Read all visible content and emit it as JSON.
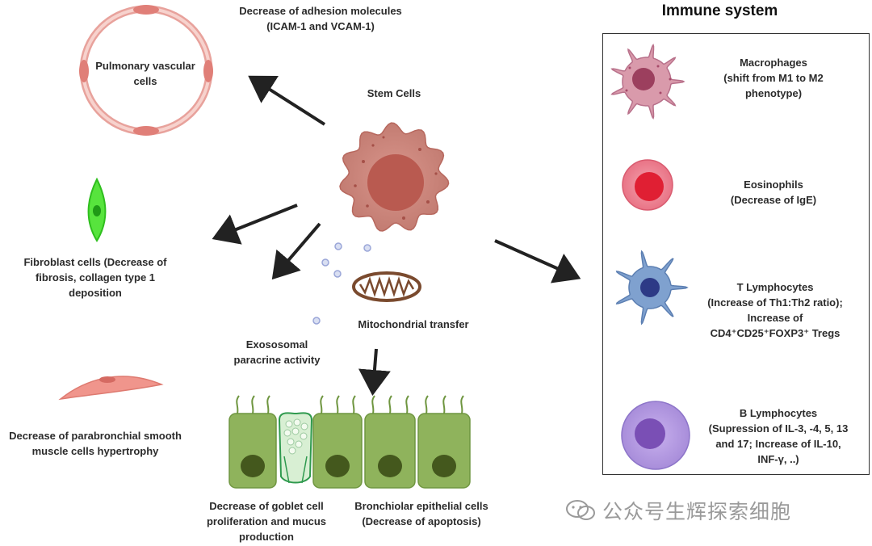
{
  "center": {
    "stem_cells": "Stem Cells"
  },
  "labels": {
    "pulmonary": [
      "Pulmonary vascular",
      "cells"
    ],
    "adhesion": [
      "Decrease of adhesion molecules",
      "(ICAM-1 and VCAM-1)"
    ],
    "fibroblast": [
      "Fibroblast cells (Decrease of",
      "fibrosis, collagen type 1",
      "deposition"
    ],
    "smooth_muscle": [
      "Decrease of parabronchial smooth",
      "muscle cells hypertrophy"
    ],
    "exosomal": [
      "Exososomal",
      "paracrine activity"
    ],
    "mito": "Mitochondrial transfer",
    "goblet": [
      "Decrease of goblet cell",
      "proliferation and mucus",
      "production"
    ],
    "bronchiolar": [
      "Bronchiolar epithelial cells",
      "(Decrease of apoptosis)"
    ]
  },
  "immune": {
    "title": "Immune system",
    "macrophages": [
      "Macrophages",
      "(shift from M1 to M2",
      "phenotype)"
    ],
    "eosinophils": [
      "Eosinophils",
      "(Decrease of IgE)"
    ],
    "t_lymph": [
      "T Lymphocytes",
      "(Increase of Th1:Th2 ratio);",
      "Increase of",
      "CD4⁺CD25⁺FOXP3⁺ Tregs"
    ],
    "b_lymph": [
      "B Lymphocytes",
      "(Supression of IL-3, -4, 5, 13",
      "and 17; Increase of IL-10,",
      "INF-γ, ..)"
    ]
  },
  "watermark": "公众号生辉探索细胞",
  "colors": {
    "stem_cell": "#c8847a",
    "stem_nucleus": "#b5564c",
    "macrophage": "#d79aa8",
    "eosinophil": "#e23a4a",
    "t_cell": "#7d9fcc",
    "b_cell": "#a88fd6",
    "epithelium": "#8fb35c",
    "fibroblast": "#3fdc2a",
    "smooth_muscle": "#e98b84"
  }
}
